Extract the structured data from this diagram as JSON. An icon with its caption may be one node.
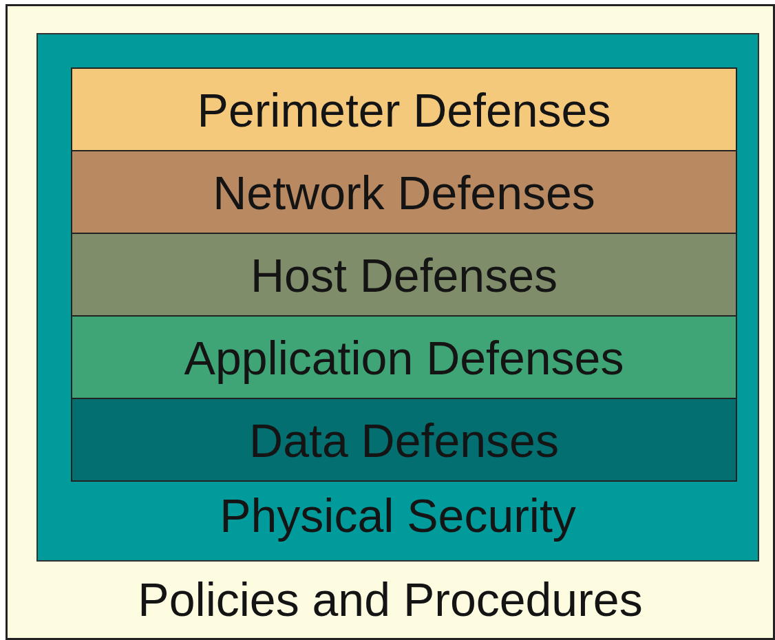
{
  "diagram": {
    "nodes": [
      {
        "text": [
          "Policies and Procedures"
        ]
      },
      {
        "text": [
          "Physical Security"
        ],
        "in": 0
      },
      {
        "text": [
          "Perimeter Defenses"
        ],
        "in": 1
      },
      {
        "text": [
          "Network Defenses"
        ],
        "in": 1
      },
      {
        "text": [
          "Host Defenses"
        ],
        "in": 1
      },
      {
        "text": [
          "Application Defenses"
        ],
        "in": 1
      },
      {
        "text": [
          "Data Defenses"
        ],
        "in": 1
      }
    ]
  }
}
